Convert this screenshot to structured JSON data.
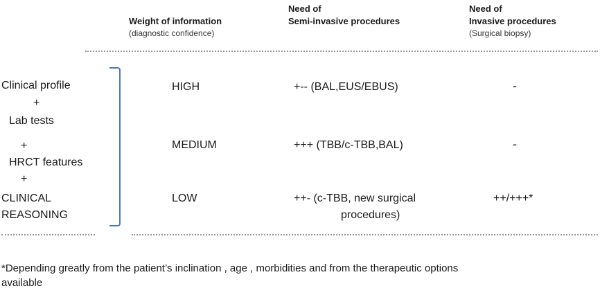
{
  "headers": {
    "weight": {
      "title": "Weight of information",
      "subtitle": "(diagnostic confidence)"
    },
    "semi": {
      "title_line1": "Need of",
      "title_line2": "Semi-invasive procedures"
    },
    "invasive": {
      "title_line1": "Need of",
      "title_line2": "Invasive procedures",
      "subtitle": "(Surgical biopsy)"
    }
  },
  "left_items": [
    "Clinical profile",
    "+",
    "Lab tests",
    "+",
    "HRCT features",
    "+",
    "CLINICAL",
    "REASONING"
  ],
  "rows": [
    {
      "weight": "HIGH",
      "semi": "+-- (BAL,EUS/EBUS)",
      "invasive": "-"
    },
    {
      "weight": "MEDIUM",
      "semi": "+++ (TBB/c-TBB,BAL)",
      "invasive": "-"
    },
    {
      "weight": "LOW",
      "semi_line1": "++- (c-TBB, new surgical",
      "semi_line2": "procedures)",
      "invasive": "++/+++*"
    }
  ],
  "footnote": {
    "line1": "*Depending greatly from the patient’s inclination , age , morbidities and from the  therapeutic options",
    "line2": "available"
  },
  "colors": {
    "bracket": "#4a7ac0",
    "divider": "#9a9a9a"
  }
}
